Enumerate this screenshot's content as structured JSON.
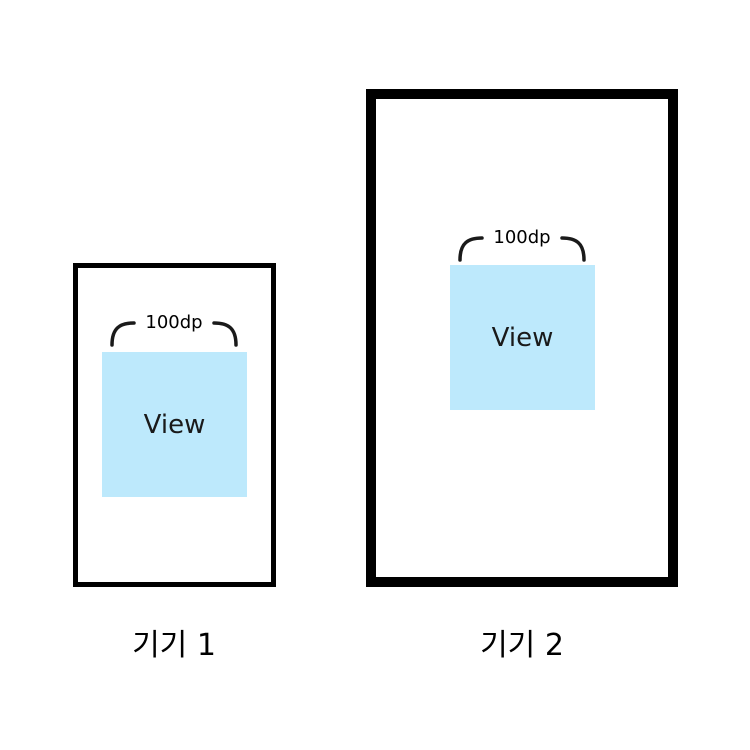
{
  "colors": {
    "frame": "#000000",
    "view_fill": "#bde9fc",
    "background": "#ffffff"
  },
  "devices": [
    {
      "label": "기기 1",
      "view_label": "View",
      "dimension_label": "100dp"
    },
    {
      "label": "기기 2",
      "view_label": "View",
      "dimension_label": "100dp"
    }
  ]
}
